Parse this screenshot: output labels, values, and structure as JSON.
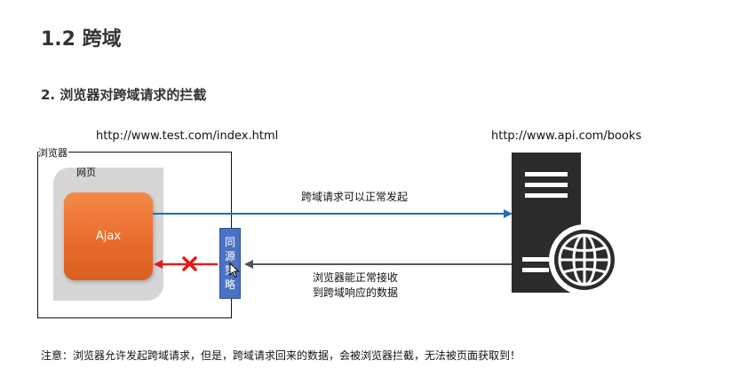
{
  "title": "1.2 跨域",
  "subtitle": "2. 浏览器对跨域请求的拦截",
  "left_url": "http://www.test.com/index.html",
  "right_url": "http://www.api.com/books",
  "browser_label": "浏览器",
  "webpage_label": "网页",
  "ajax_label": "Ajax",
  "policy_chars": [
    "同",
    "源",
    "策",
    "略"
  ],
  "request_label": "跨域请求可以正常发起",
  "response_label_line1": "浏览器能正常接收",
  "response_label_line2": "到跨域响应的数据",
  "note": "注意：浏览器允许发起跨域请求，但是，跨域请求回来的数据，会被浏览器拦截，无法被页面获取到！",
  "icons": [
    "server-icon",
    "globe-icon",
    "blocked-x-icon",
    "cursor-icon"
  ],
  "colors": {
    "request_arrow": "#1f6fb8",
    "response_arrow": "#555555",
    "blocked_arrow": "#e21a1a",
    "ajax": "#e8702e",
    "policy": "#4a72c4",
    "server": "#2b2b2b"
  }
}
